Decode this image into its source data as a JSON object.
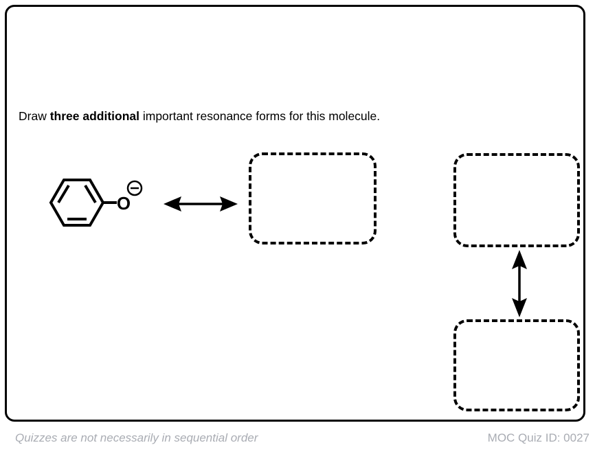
{
  "card": {
    "border_color": "#000000"
  },
  "prompt": {
    "lead": "Draw ",
    "emphasis": "three additional",
    "tail": " important resonance forms for this molecule."
  },
  "molecule": {
    "name": "phenoxide-ion",
    "ring_label": "benzene-ring",
    "atom_label": "O",
    "charge_label": "⊖",
    "charge_description": "negative-formal-charge"
  },
  "arrows": {
    "horizontal": "↔",
    "vertical": "↕",
    "type": "resonance-double-headed-arrow"
  },
  "answer_boxes": [
    {
      "id": "answer-box-1",
      "value": "",
      "placeholder": ""
    },
    {
      "id": "answer-box-2",
      "value": "",
      "placeholder": ""
    },
    {
      "id": "answer-box-3",
      "value": "",
      "placeholder": ""
    }
  ],
  "footer": {
    "note": "Quizzes are not necessarily in sequential order",
    "quiz_id": "MOC Quiz ID: 0027",
    "text_color": "#a9acb3"
  }
}
